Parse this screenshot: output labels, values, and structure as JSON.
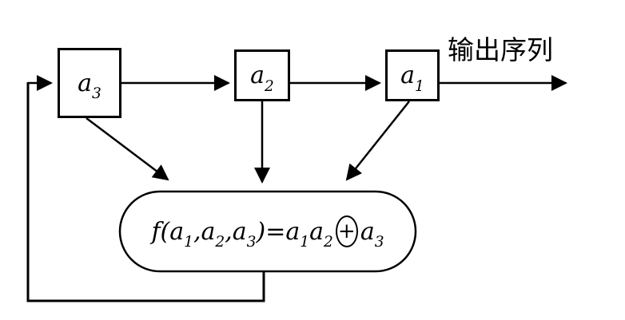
{
  "diagram": {
    "boxes": [
      {
        "base": "a",
        "sub": "3"
      },
      {
        "base": "a",
        "sub": "2"
      },
      {
        "base": "a",
        "sub": "1"
      }
    ],
    "output_label": "输出序列",
    "formula": {
      "p1": "f(a",
      "s1": "1",
      "p2": ",a",
      "s2": "2",
      "p3": ",a",
      "s3": "3",
      "p4": ")=a",
      "s4": "1",
      "p5": "a",
      "s5": "2",
      "plus": "+",
      "p6": "a",
      "s6": "3"
    },
    "colors": {
      "stroke": "#000000",
      "background": "#ffffff"
    }
  }
}
